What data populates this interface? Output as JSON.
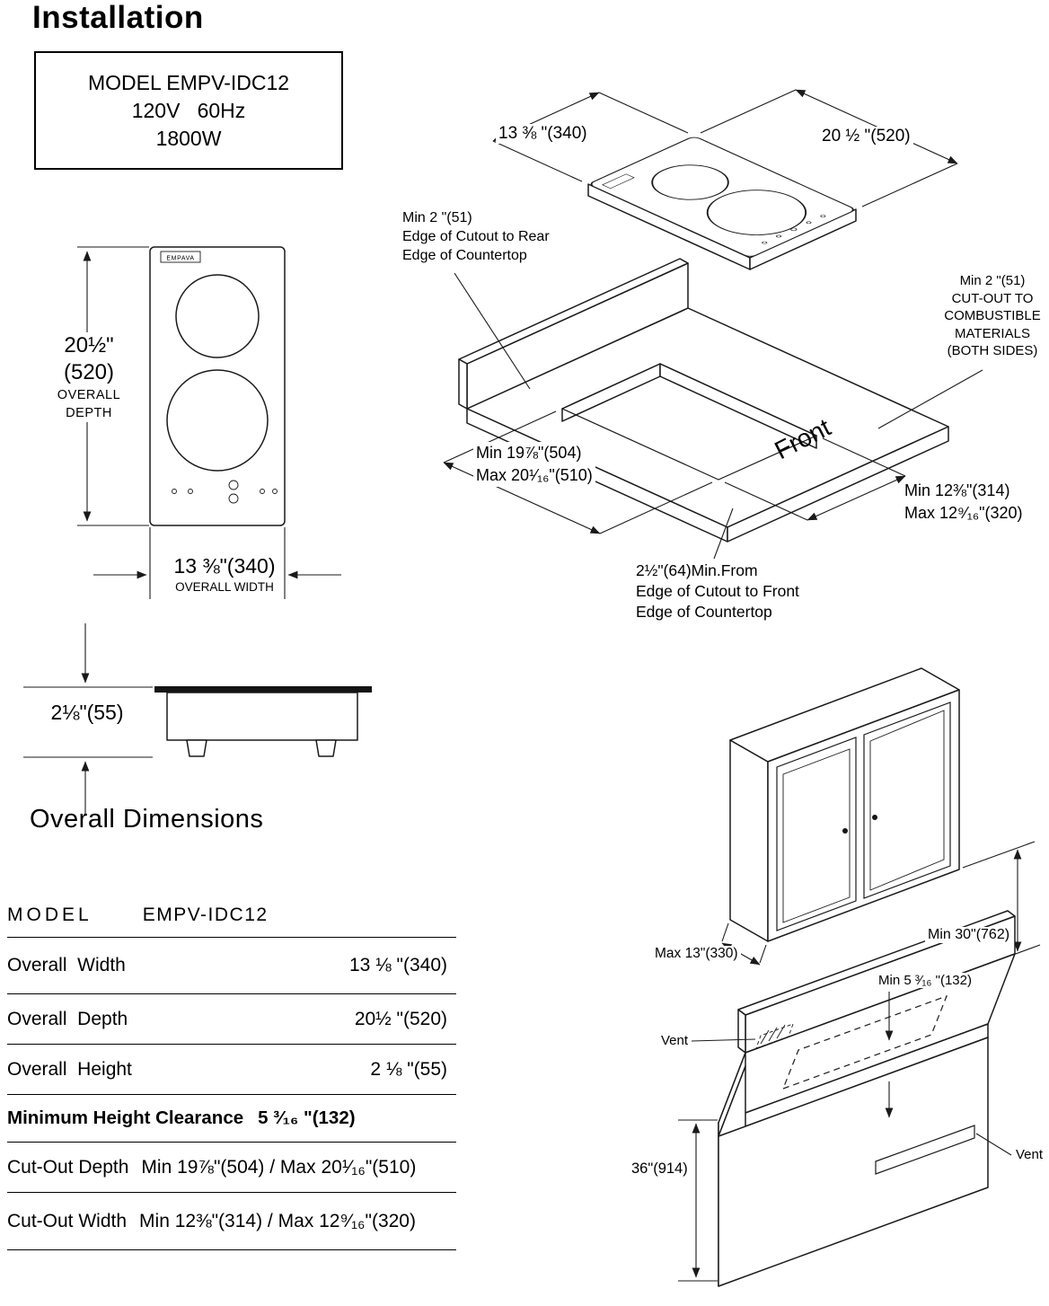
{
  "title": "Installation",
  "model_box": {
    "line1": "MODEL EMPV-IDC12",
    "line2": "120V   60Hz",
    "line3": "1800W"
  },
  "front_view": {
    "brand": "EMPAVA",
    "depth_value": "20½\"",
    "depth_mm": "(520)",
    "depth_word1": "OVERALL",
    "depth_word2": "DEPTH",
    "width_value": "13 ⅜\"(340)",
    "width_caption": "OVERALL WIDTH"
  },
  "side_view": {
    "height_value": "2⅛\"(55)"
  },
  "overall_dimensions_heading": "Overall Dimensions",
  "spec_table": {
    "model_label": "MODEL",
    "model_value": "EMPV-IDC12",
    "rows": [
      {
        "label": "Overall  Width",
        "value": "13 ⅛ \"(340)"
      },
      {
        "label": "Overall  Depth",
        "value": "20½ \"(520)"
      },
      {
        "label": "Overall  Height",
        "value": "2 ⅛ \"(55)"
      },
      {
        "label": "Minimum Height Clearance",
        "value": "5 ³⁄₁₆ \"(132)"
      },
      {
        "label": "Cut-Out Depth",
        "value": "Min 19⅞\"(504) / Max 20¹⁄₁₆\"(510)"
      },
      {
        "label": "Cut-Out Width",
        "value": "Min 12⅜\"(314) / Max 12⁹⁄₁₆\"(320)"
      }
    ]
  },
  "exploded_view": {
    "width_dim": "13 ⅜ \"(340)",
    "depth_dim": "20 ½ \"(520)",
    "rear_note": {
      "line1": "Min 2 \"(51)",
      "line2": "Edge of Cutout to Rear",
      "line3": "Edge of Countertop"
    },
    "side_note": {
      "line1": "Min 2 \"(51)",
      "line2": "CUT-OUT TO",
      "line3": "COMBUSTIBLE",
      "line4": "MATERIALS",
      "line5": "(BOTH SIDES)"
    },
    "cutout_depth": {
      "line1": "Min 19⅞\"(504)",
      "line2": "Max 20¹⁄₁₆\"(510)"
    },
    "cutout_width": {
      "line1": "Min 12⅜\"(314)",
      "line2": "Max 12⁹⁄₁₆\"(320)"
    },
    "front_label": "Front",
    "front_note": {
      "line1": "2½\"(64)Min.From",
      "line2": "Edge of Cutout to Front",
      "line3": "Edge of Countertop"
    }
  },
  "cabinet_view": {
    "cabinet_depth": "Max 13\"(330)",
    "clearance_height": "Min 30\"(762)",
    "min_height_clearance": "Min 5 ³⁄₁₆ \"(132)",
    "vent_top": "Vent",
    "vent_front": "Vent",
    "cabinet_height": "36\"(914)"
  }
}
